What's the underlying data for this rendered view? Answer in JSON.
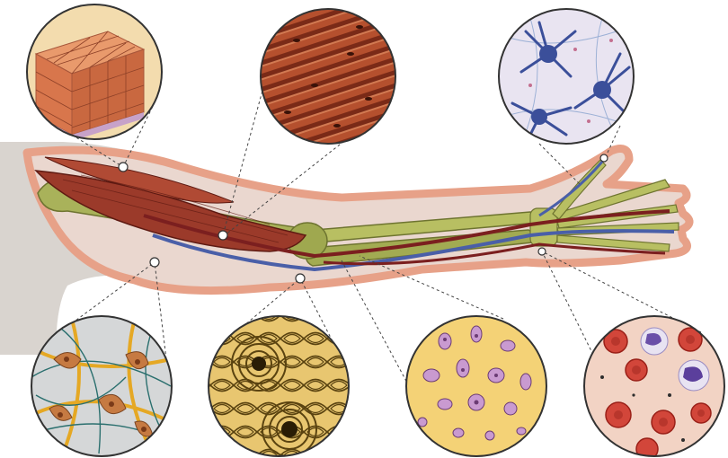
{
  "figure": {
    "subject": "human-arm-tissue-types",
    "background": "#ffffff",
    "colors": {
      "skin": "#e7a188",
      "skin_outline": "#cf7a5d",
      "body_fill": "#d9d4cf",
      "muscle": "#9b3a2a",
      "bone": "#a9b25a",
      "vein": "#4a5fa8",
      "artery": "#7b1f1f",
      "leader_line": "#444444",
      "inset_border": "#333333"
    },
    "insets": [
      {
        "id": "epithelial-tissue",
        "icon": "epithelial-cube-icon"
      },
      {
        "id": "skeletal-muscle-tissue",
        "icon": "striated-muscle-icon"
      },
      {
        "id": "nervous-tissue",
        "icon": "neurons-icon"
      },
      {
        "id": "loose-connective-tissue",
        "icon": "fibers-cells-icon"
      },
      {
        "id": "compact-bone-tissue",
        "icon": "osteon-icon"
      },
      {
        "id": "cartilage-tissue",
        "icon": "chondrocytes-icon"
      },
      {
        "id": "blood-tissue",
        "icon": "blood-cells-icon"
      }
    ]
  }
}
